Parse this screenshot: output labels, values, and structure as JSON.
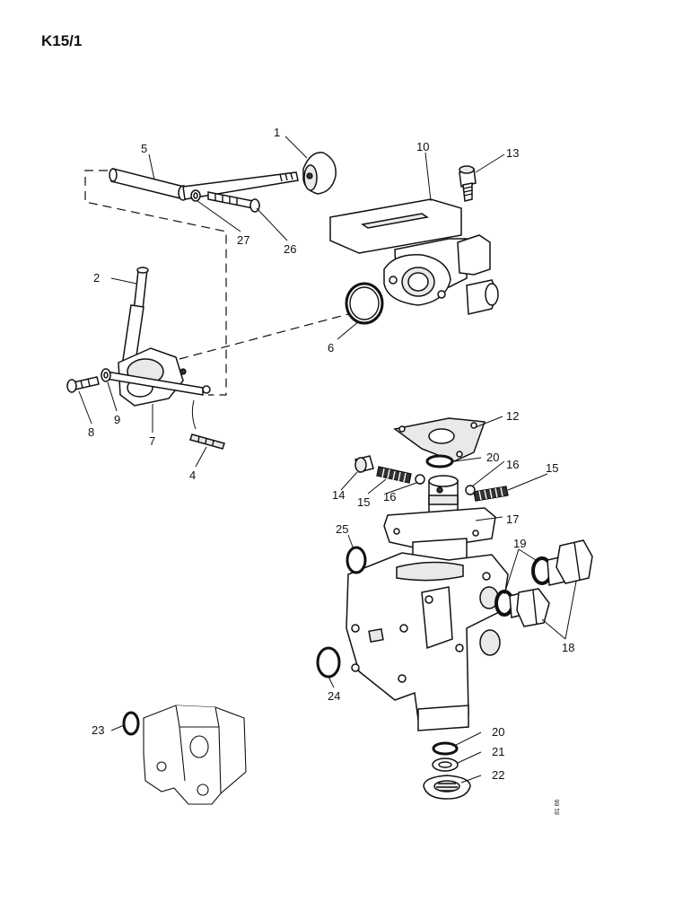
{
  "page_code": "K15/1",
  "ref_code": "81 66",
  "callouts": {
    "c1": "1",
    "c2": "2",
    "c4": "4",
    "c5": "5",
    "c6": "6",
    "c7": "7",
    "c8": "8",
    "c9": "9",
    "c10": "10",
    "c12": "12",
    "c13": "13",
    "c14": "14",
    "c15a": "15",
    "c15b": "15",
    "c16a": "16",
    "c16b": "16",
    "c17": "17",
    "c18": "18",
    "c19": "19",
    "c20a": "20",
    "c20b": "20",
    "c21": "21",
    "c22": "22",
    "c23": "23",
    "c24": "24",
    "c25": "25",
    "c26": "26",
    "c27": "27"
  }
}
